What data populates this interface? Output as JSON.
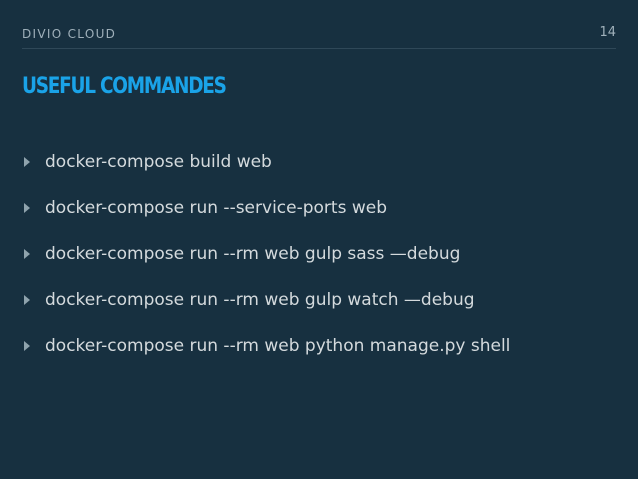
{
  "header": {
    "label": "DIVIO CLOUD",
    "page_number": "14"
  },
  "title": "USEFUL COMMANDES",
  "bullets": [
    "docker-compose build web",
    "docker-compose run --service-ports web",
    "docker-compose run --rm web gulp sass —debug",
    "docker-compose run --rm web gulp watch —debug",
    "docker-compose run --rm web python manage.py shell"
  ],
  "colors": {
    "background": "#173040",
    "title": "#1aa3e8",
    "text": "#d4dadd",
    "muted": "#9fb0ba"
  }
}
